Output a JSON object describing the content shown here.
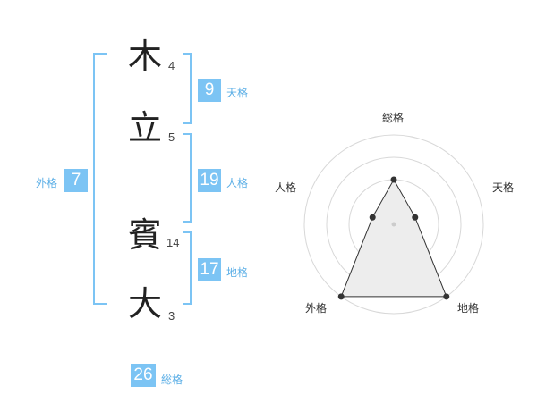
{
  "name": {
    "chars": [
      {
        "char": "木",
        "strokes": "4"
      },
      {
        "char": "立",
        "strokes": "5"
      },
      {
        "char": "賓",
        "strokes": "14"
      },
      {
        "char": "大",
        "strokes": "3"
      }
    ]
  },
  "fortune": {
    "ten": {
      "value": "9",
      "label": "天格"
    },
    "jin": {
      "value": "19",
      "label": "人格"
    },
    "chi": {
      "value": "17",
      "label": "地格"
    },
    "gai": {
      "value": "7",
      "label": "外格"
    },
    "sou": {
      "value": "26",
      "label": "総格"
    }
  },
  "chart_data": {
    "type": "radar",
    "axes": [
      "総格",
      "天格",
      "地格",
      "外格",
      "人格"
    ],
    "levels": 4,
    "values": [
      2,
      1,
      4,
      4,
      1
    ],
    "max": 4
  },
  "colors": {
    "accent": "#7cc4f4",
    "bracket": "#7cc4f4",
    "radar_grid": "#d8d8d8",
    "radar_fill": "#ededed",
    "radar_line": "#333333"
  }
}
